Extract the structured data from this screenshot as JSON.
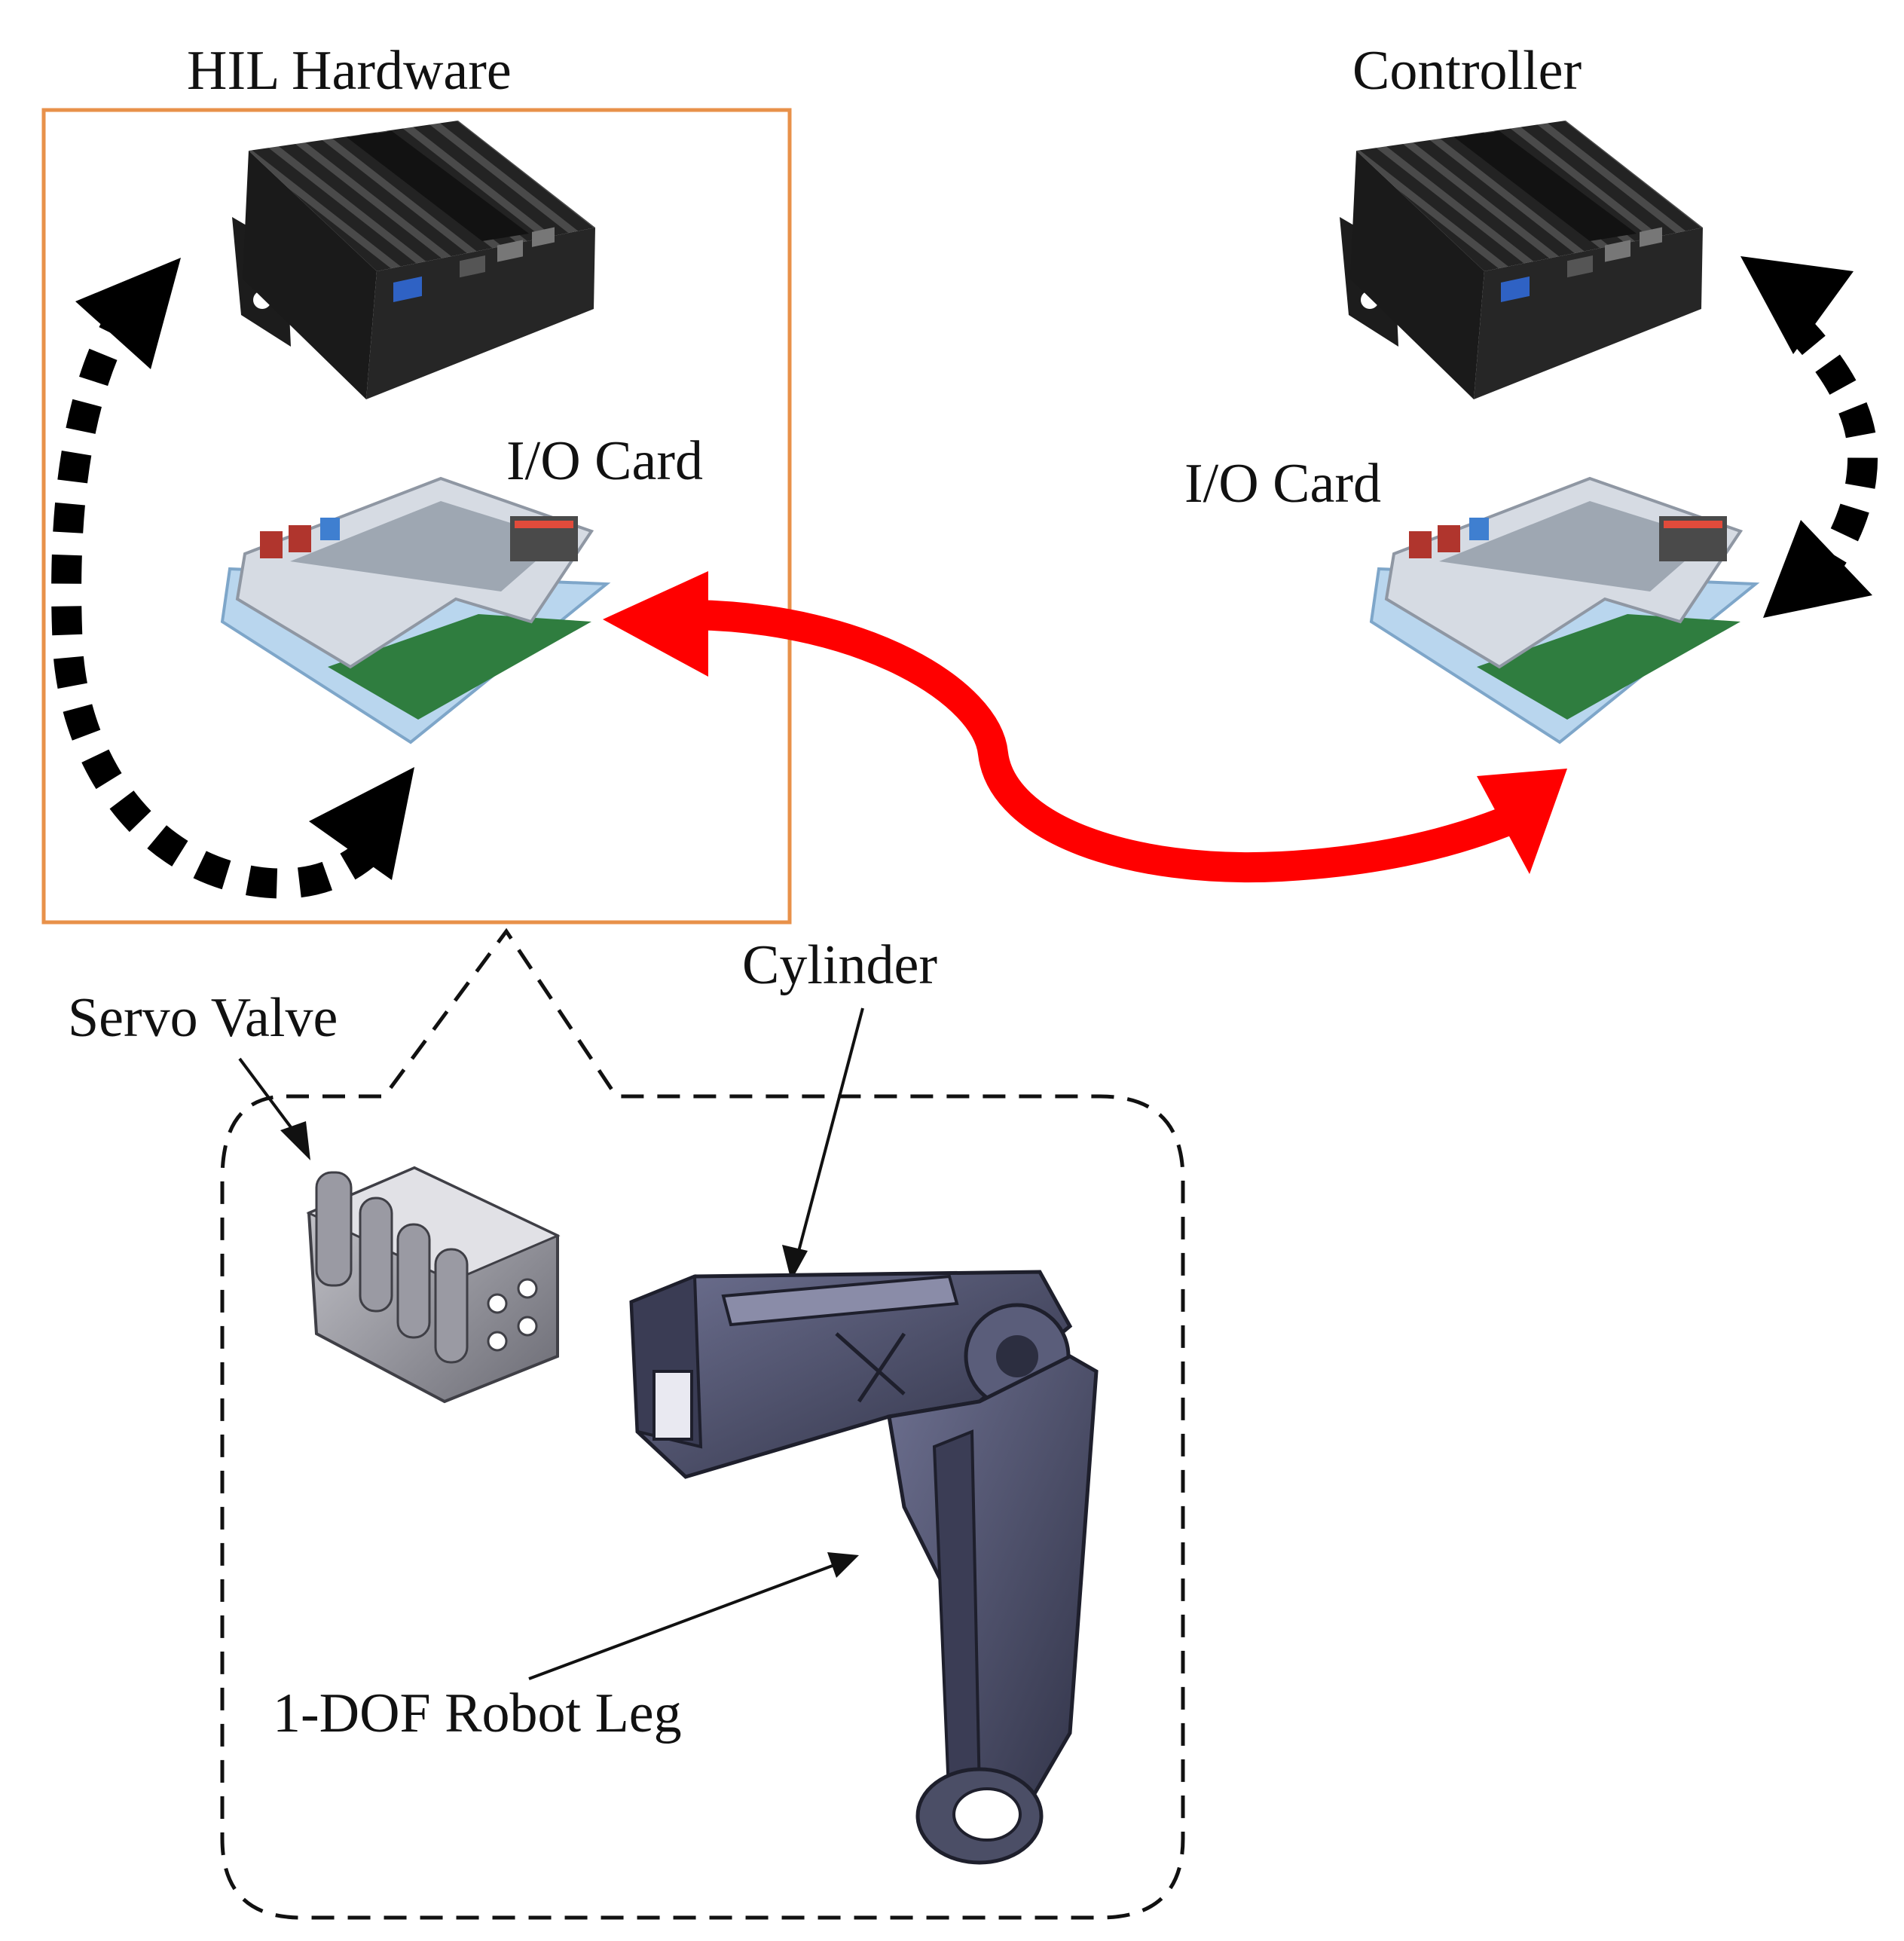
{
  "labels": {
    "hil_hardware": "HIL Hardware",
    "controller": "Controller",
    "io_card_left": "I/O Card",
    "io_card_right": "I/O Card",
    "servo_valve": "Servo Valve",
    "cylinder": "Cylinder",
    "robot_leg": "1-DOF Robot Leg"
  },
  "icons": {
    "embedded_pc": "embedded-pc-icon",
    "io_card": "io-card-icon",
    "servo_valve": "servo-valve-icon",
    "robot_leg": "robot-leg-icon"
  },
  "colors": {
    "background": "#ffffff",
    "hil_box_border": "#e8914a",
    "link_arrow": "#ff0000",
    "loop_arrow": "#000000",
    "computer_body": "#2a2a2a",
    "io_card_cover": "#d6dbe3",
    "io_card_rail": "#b9d6ee",
    "io_card_pcb": "#2f7d3f",
    "robot_metal": "#4b4e66"
  }
}
